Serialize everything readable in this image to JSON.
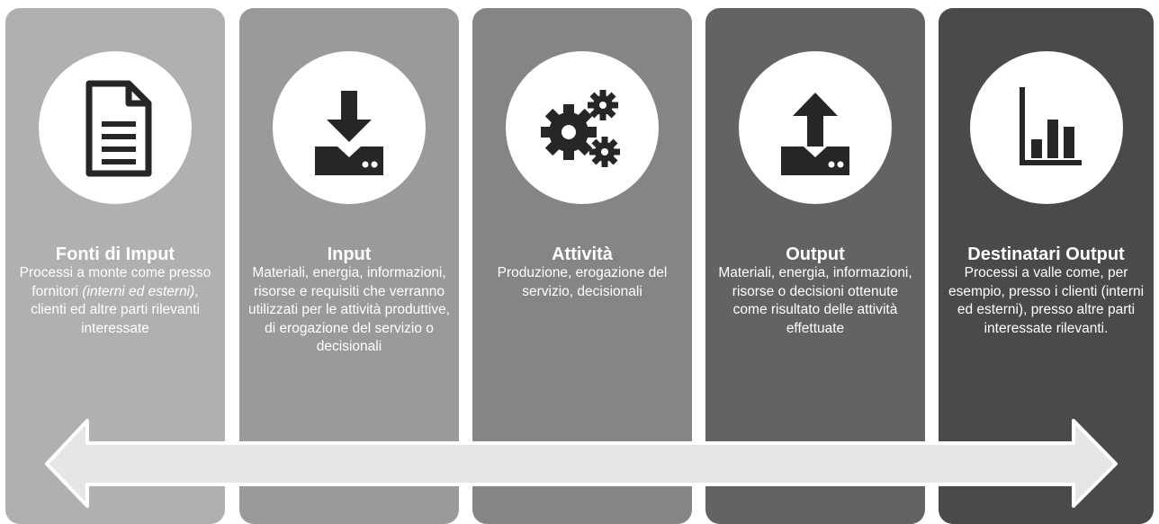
{
  "columns": [
    {
      "title": "Fonti di Imput",
      "icon": "document-icon",
      "desc_parts": [
        "Processi a monte come presso fornitori ",
        "(interni ed esterni)",
        ", clienti ed altre parti rilevanti interessate"
      ]
    },
    {
      "title": "Input",
      "icon": "download-tray-icon",
      "desc": "Materiali, energia, informazioni, risorse e requisiti che verranno utilizzati per le attività produttive,  di erogazione del servizio o decisionali"
    },
    {
      "title": "Attività",
      "icon": "gears-icon",
      "desc": "Produzione, erogazione del servizio, decisionali"
    },
    {
      "title": "Output",
      "icon": "upload-tray-icon",
      "desc": "Materiali, energia, informazioni, risorse o decisioni ottenute come risultato delle attività effettuate"
    },
    {
      "title": "Destinatari Output",
      "icon": "bar-chart-icon",
      "desc": "Processi a valle come, per esempio, presso i clienti (interni ed esterni), presso altre parti interessate rilevanti."
    }
  ],
  "colors": {
    "col1": "#b0b0b0",
    "col2": "#9a9a9a",
    "col3": "#858585",
    "col4": "#636363",
    "col5": "#4a4a4a",
    "icon": "#262626",
    "arrow_fill": "#e6e6e6"
  }
}
